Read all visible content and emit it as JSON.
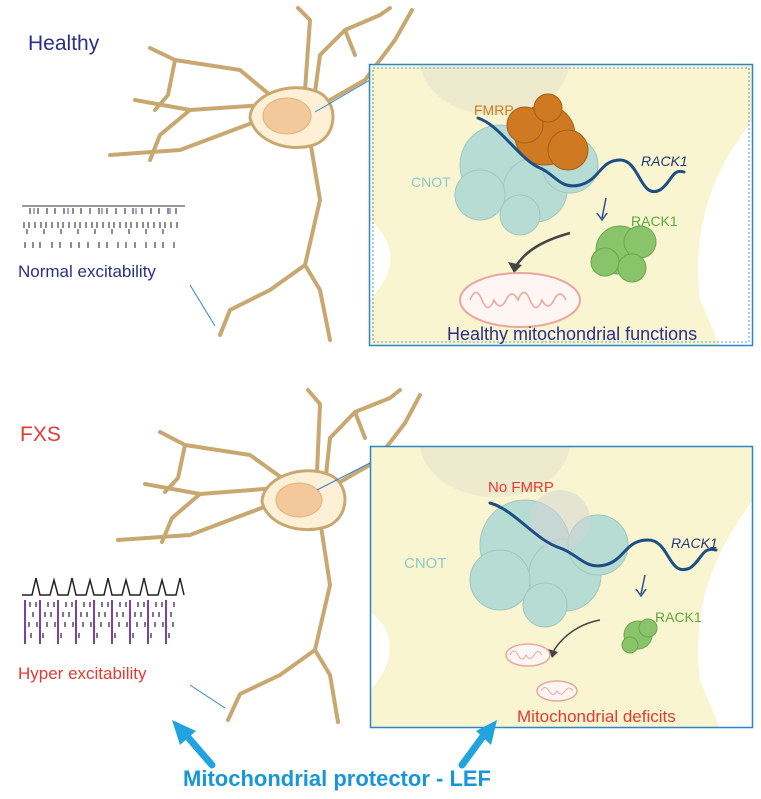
{
  "colors": {
    "healthy_title": "#2b2f8a",
    "fxs_title": "#e23b34",
    "healthy_text": "#2b2f8a",
    "fxs_text": "#e23b34",
    "fmrp_label": "#d07a1c",
    "cnot_label": "#8ec9cb",
    "rack1_rna_label": "#233a78",
    "rack1_protein_label": "#5ea83c",
    "lef_label": "#1896d8",
    "box_border": "#2e86c8",
    "neuron_stroke": "#c8a870",
    "neuron_fill": "#fdf0d6",
    "nucleus_fill": "#f3c89a",
    "cell_background": "#f8f5d0",
    "cnot_fill": "#b7dcd4",
    "fmrp_fill": "#cf7a22",
    "rack1_fill": "#8ac46a",
    "rna_stroke": "#1c4f86",
    "mito_stroke": "#e8a79c",
    "arrow_blue": "#21a3e0"
  },
  "healthy": {
    "title": "Healthy",
    "excitability_label": "Normal excitability",
    "outcome_label": "Healthy mitochondrial functions",
    "fmrp_label": "FMRP",
    "cnot_label": "CNOT",
    "rack1_mrna_label": "RACK1",
    "rack1_protein_label": "RACK1"
  },
  "fxs": {
    "title": "FXS",
    "excitability_label": "Hyper excitability",
    "outcome_label": "Mitochondrial deficits",
    "fmrp_label": "No FMRP",
    "cnot_label": "CNOT",
    "rack1_mrna_label": "RACK1",
    "rack1_protein_label": "RACK1"
  },
  "bottom": {
    "protector_label": "Mitochondrial protector - LEF"
  }
}
